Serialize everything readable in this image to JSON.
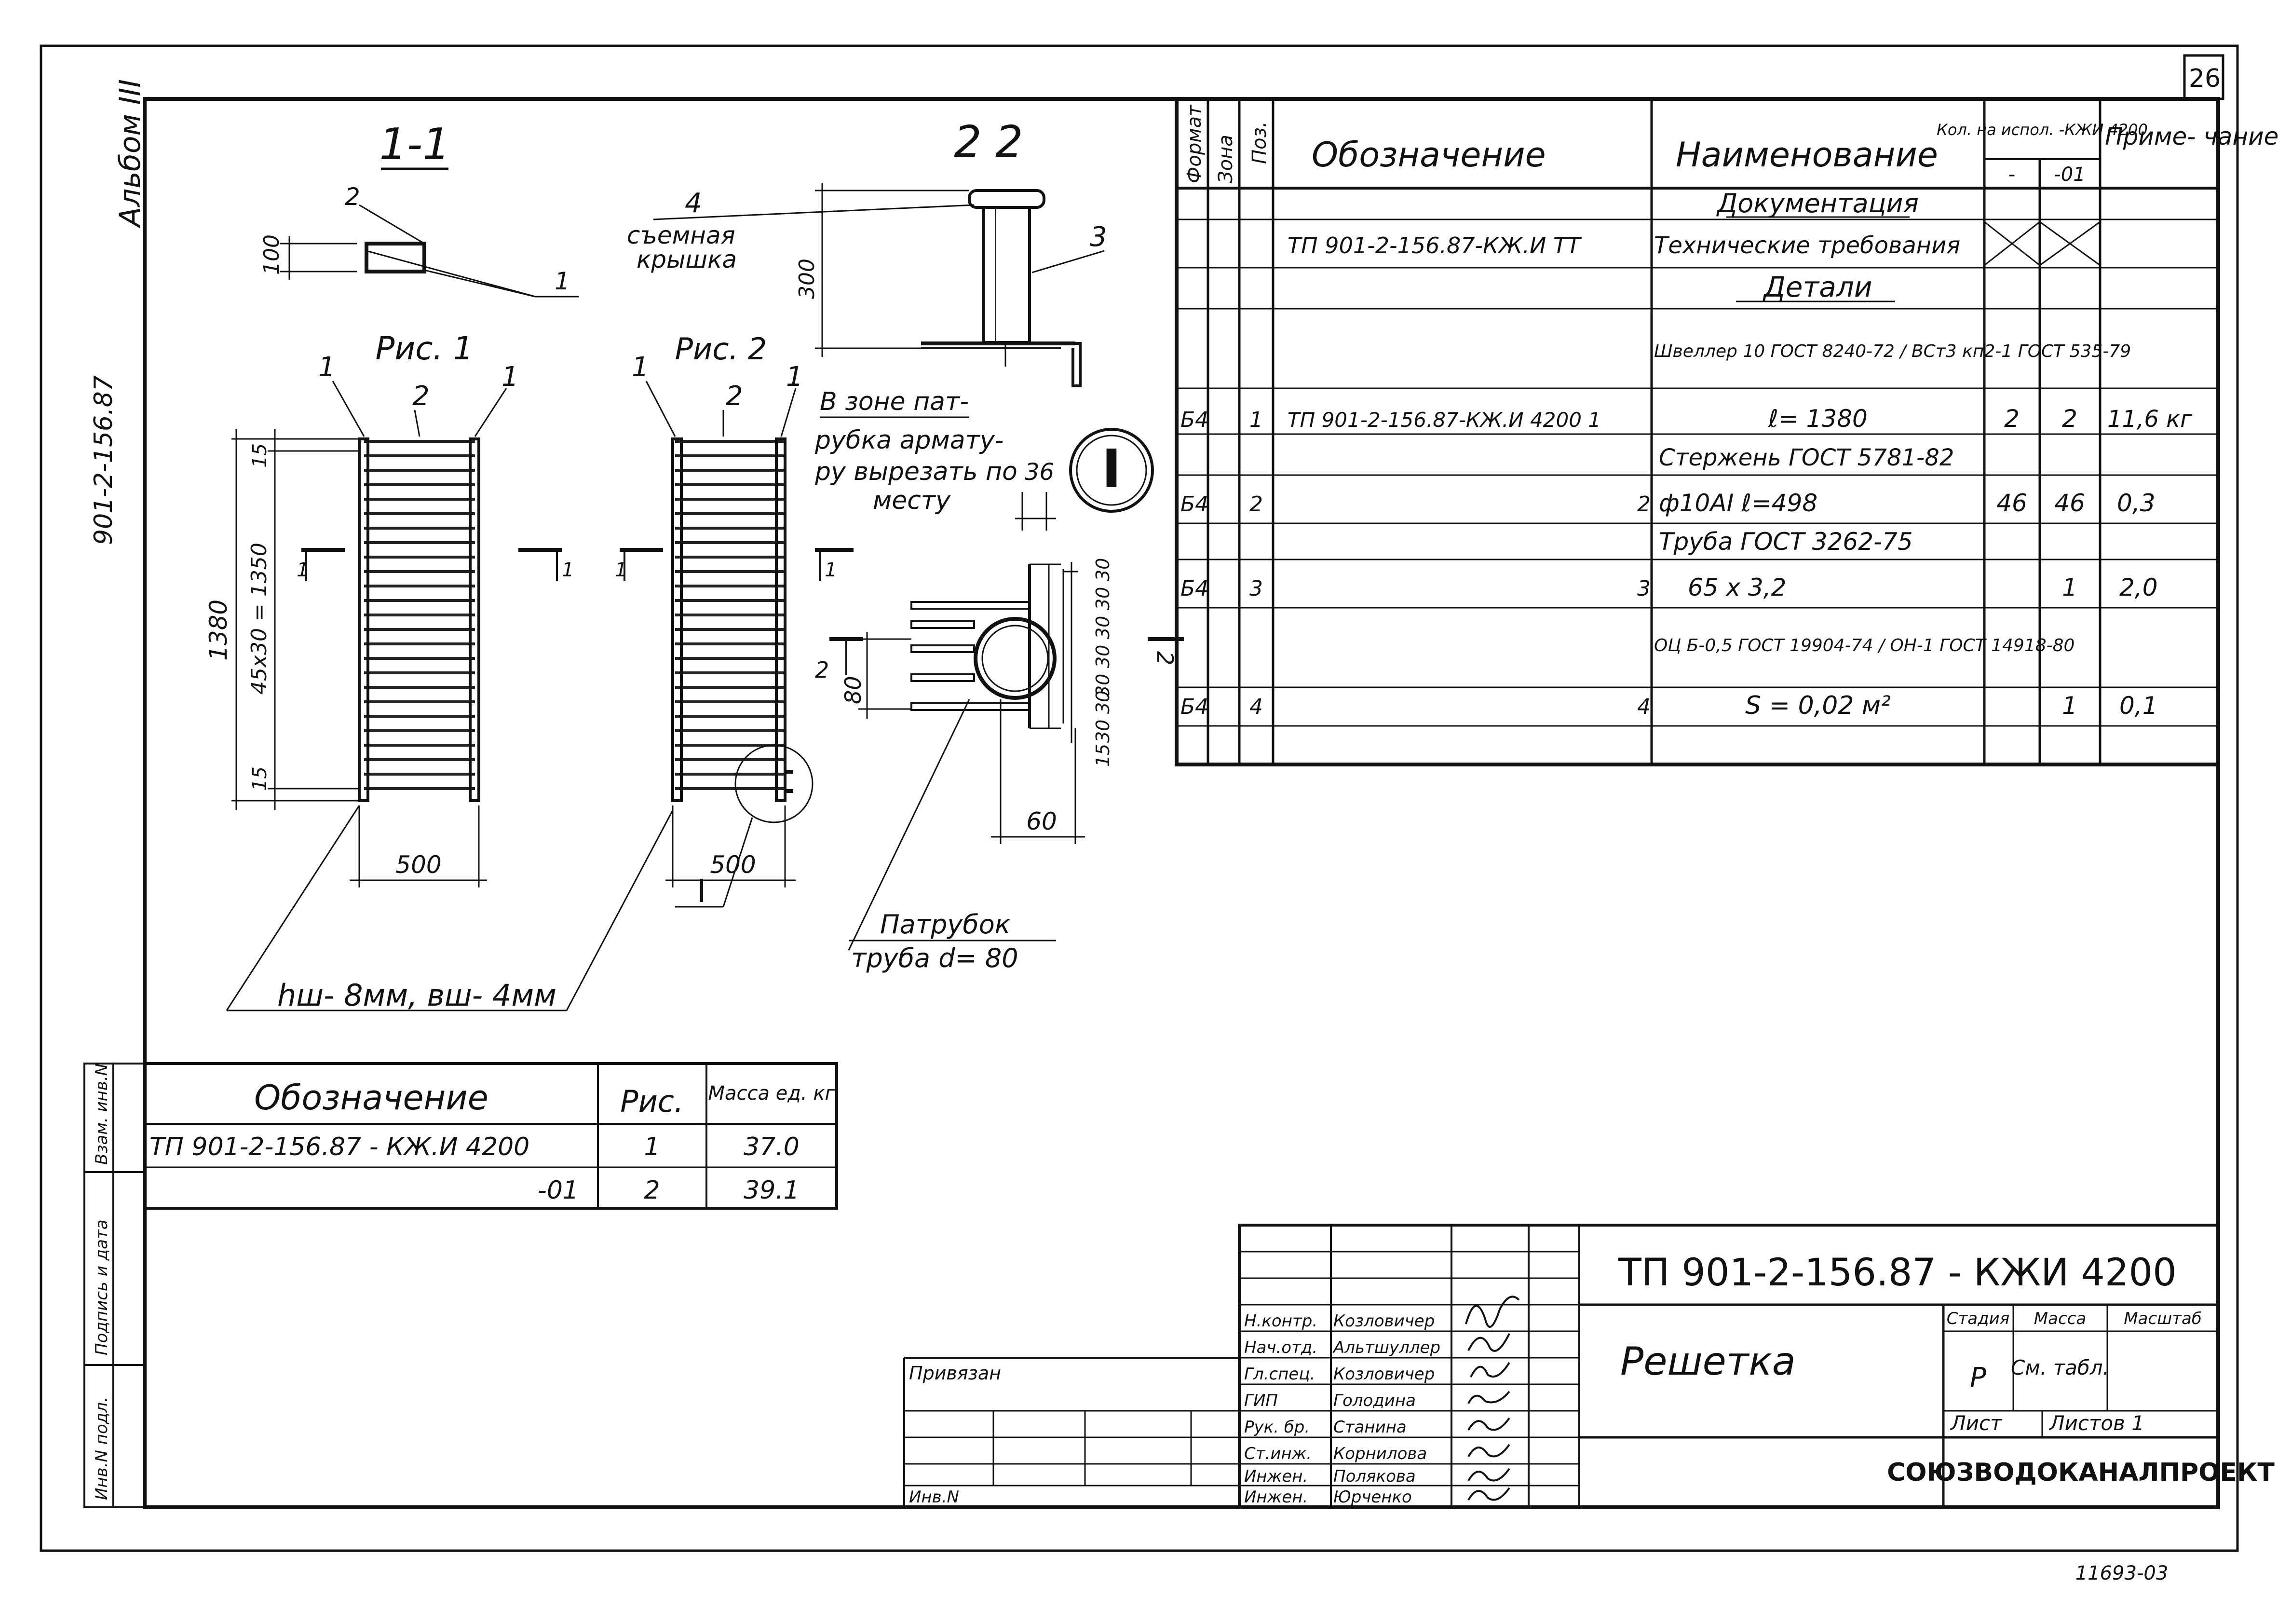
{
  "sheet_number": "26",
  "side_labels": {
    "album": "Альбом III",
    "project_code": "901-2-156.87",
    "stamp_field_1": "Инв.N подл.",
    "stamp_field_2": "Подпись и дата",
    "stamp_field_3": "Взам. инв.N"
  },
  "views": {
    "section_1_1": {
      "title": "1-1",
      "dim_height": "100",
      "leaders": [
        "2",
        "1"
      ]
    },
    "section_2_2": {
      "title": "2 2",
      "pos_4": "4",
      "cover_label": "съемная крышка",
      "pos_3": "3",
      "dim_height": "300"
    },
    "fig1": {
      "title": "Рис. 1",
      "pos_1a": "1",
      "pos_2": "2",
      "pos_1b": "1",
      "dim_total": "1380",
      "dim_top": "15",
      "dim_mid": "45x30 = 1350",
      "dim_bot": "15",
      "dim_width": "500",
      "cut_left": "1",
      "cut_right": "1"
    },
    "fig2": {
      "title": "Рис. 2",
      "pos_1a": "1",
      "pos_2": "2",
      "pos_1b": "1",
      "dim_width": "500",
      "cut_left": "1",
      "cut_right": "1",
      "node": "I"
    },
    "note": {
      "line1": "В зоне пат-",
      "line2": "рубка армату-",
      "line3": "ру вырезать по",
      "line4": "месту",
      "dim": "36"
    },
    "detail_I": {
      "label": "I",
      "dims_right": [
        "30",
        "30",
        "30",
        "30",
        "30",
        "30",
        "30"
      ],
      "dim_bottom_right": "15",
      "dim_left": "80",
      "dim_bottom": "60",
      "cut_left": "2",
      "cut_right": "2"
    },
    "pipe_label": {
      "line1": "Патрубок",
      "line2": "труба d= 80"
    },
    "bars_note": "hш- 8мм, вш- 4мм",
    "node_I_label": "I"
  },
  "spec_table": {
    "headers": {
      "format": "Формат",
      "zone": "Зона",
      "pos": "Поз.",
      "designation": "Обозначение",
      "name": "Наименование",
      "qty": "Кол. на испол. -КЖИ 4200",
      "qty_sub_1": "-",
      "qty_sub_2": "-01",
      "note": "Приме- чание"
    },
    "rows": [
      {
        "format": "",
        "zone": "",
        "pos": "",
        "designation": "",
        "name": "Документация",
        "q1": "",
        "q2": "",
        "note": "",
        "underline": true
      },
      {
        "format": "",
        "zone": "",
        "pos": "",
        "designation": "ТП 901-2-156.87-КЖ.И ТТ",
        "name": "Технические требования",
        "q1": "X",
        "q2": "X",
        "note": ""
      },
      {
        "format": "",
        "zone": "",
        "pos": "",
        "designation": "",
        "name": "Детали",
        "q1": "",
        "q2": "",
        "note": "",
        "underline": true
      },
      {
        "format": "",
        "zone": "",
        "pos": "",
        "designation": "",
        "name": "",
        "q1": "",
        "q2": "",
        "note": ""
      },
      {
        "format": "",
        "zone": "",
        "pos": "",
        "designation": "",
        "name": "Швеллер 10 ГОСТ 8240-72 / ВСт3 кп2-1 ГОСТ 535-79",
        "q1": "",
        "q2": "",
        "note": ""
      },
      {
        "format": "Б4",
        "zone": "",
        "pos": "1",
        "designation": "ТП 901-2-156.87-КЖ.И 4200  1",
        "name": "ℓ= 1380",
        "q1": "2",
        "q2": "2",
        "note": "11,6 кг"
      },
      {
        "format": "",
        "zone": "",
        "pos": "",
        "designation": "",
        "name": "Стержень ГОСТ 5781-82",
        "q1": "",
        "q2": "",
        "note": ""
      },
      {
        "format": "Б4",
        "zone": "",
        "pos": "2",
        "designation": "2",
        "name": "ф10АI    ℓ=498",
        "q1": "46",
        "q2": "46",
        "note": "0,3"
      },
      {
        "format": "",
        "zone": "",
        "pos": "",
        "designation": "",
        "name": "Труба ГОСТ 3262-75",
        "q1": "",
        "q2": "",
        "note": ""
      },
      {
        "format": "Б4",
        "zone": "",
        "pos": "3",
        "designation": "3",
        "name": "65 x 3,2",
        "q1": "",
        "q2": "1",
        "note": "2,0"
      },
      {
        "format": "",
        "zone": "",
        "pos": "",
        "designation": "",
        "name": "ОЦ Б-0,5 ГОСТ 19904-74 / ОН-1 ГОСТ 14918-80",
        "q1": "",
        "q2": "",
        "note": ""
      },
      {
        "format": "Б4",
        "zone": "",
        "pos": "4",
        "designation": "4",
        "name": "S = 0,02 м²",
        "q1": "",
        "q2": "1",
        "note": "0,1"
      },
      {
        "format": "",
        "zone": "",
        "pos": "",
        "designation": "",
        "name": "",
        "q1": "",
        "q2": "",
        "note": ""
      }
    ]
  },
  "mass_table": {
    "headers": {
      "designation": "Обозначение",
      "fig": "Рис.",
      "mass": "Масса ед. кг"
    },
    "rows": [
      {
        "designation": "ТП 901-2-156.87 - КЖ.И 4200",
        "fig": "1",
        "mass": "37.0"
      },
      {
        "designation": "-01",
        "fig": "2",
        "mass": "39.1"
      }
    ]
  },
  "title_block": {
    "code": "ТП 901-2-156.87 - КЖИ 4200",
    "title": "Решетка",
    "stage_label": "Стадия",
    "mass_label": "Масса",
    "scale_label": "Масштаб",
    "stage": "Р",
    "mass": "См. табл.",
    "sheet_label": "Лист",
    "sheets_label": "Листов 1",
    "org": "СОЮЗВОДОКАНАЛПРОЕКТ",
    "linked": "Привязан",
    "inv": "Инв.N",
    "signatures": [
      {
        "role": "Н.контр.",
        "name": "Козловичер"
      },
      {
        "role": "Нач.отд.",
        "name": "Альтшуллер"
      },
      {
        "role": "Гл.спец.",
        "name": "Козловичер"
      },
      {
        "role": "ГИП",
        "name": "Голодина"
      },
      {
        "role": "Рук. бр.",
        "name": "Станина"
      },
      {
        "role": "Ст.инж.",
        "name": "Корнилова"
      },
      {
        "role": "Инжен.",
        "name": "Полякова"
      },
      {
        "role": "Инжен.",
        "name": "Юрченко"
      }
    ]
  },
  "footer_number": "11693-03"
}
